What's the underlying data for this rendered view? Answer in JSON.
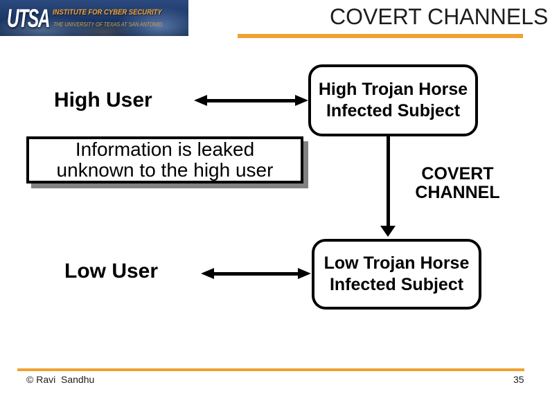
{
  "header": {
    "logo_text": "UTSA",
    "institute_line": "INSTITUTE FOR CYBER SECURITY",
    "university_line": "THE UNIVERSITY OF TEXAS AT SAN ANTONIO",
    "title": "COVERT CHANNELS"
  },
  "diagram": {
    "high_user_label": "High User",
    "low_user_label": "Low User",
    "high_box": {
      "line1": "High Trojan Horse",
      "line2": "Infected Subject"
    },
    "low_box": {
      "line1": "Low Trojan Horse",
      "line2": "Infected Subject"
    },
    "info_box": {
      "line1": "Information is leaked",
      "line2": "unknown to the high user"
    },
    "covert_channel": {
      "line1": "COVERT",
      "line2": "CHANNEL"
    }
  },
  "footer": {
    "copyright": "© Ravi  Sandhu",
    "page_number": "35"
  },
  "colors": {
    "accent_orange": "#F0A12F",
    "banner_navy": "#1B3666",
    "banner_gold": "#F2A434",
    "shadow_gray": "#828282",
    "text_black": "#000000"
  }
}
